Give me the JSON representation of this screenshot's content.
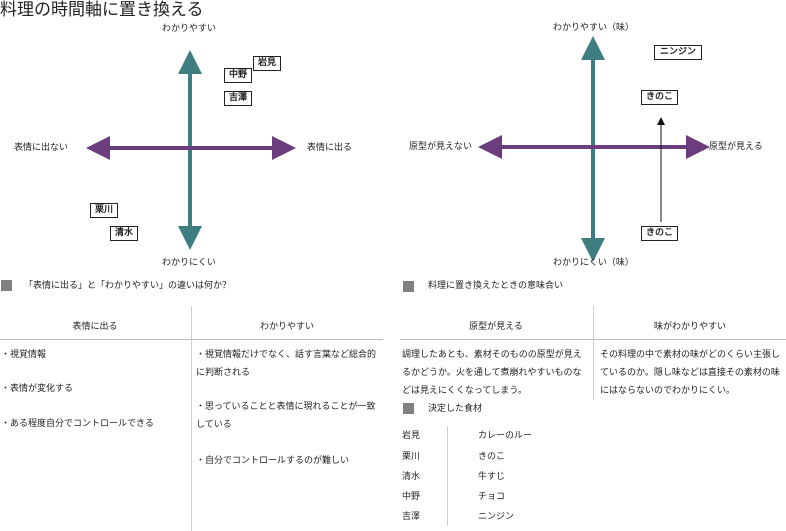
{
  "title": "料理の時間軸に置き換える",
  "left_map": {
    "top_label": "わかりやすい",
    "bottom_label": "わかりにくい",
    "left_label": "表情に出ない",
    "right_label": "表情に出る",
    "boxes": [
      "岩見",
      "中野",
      "吉澤",
      "栗川",
      "清水"
    ]
  },
  "right_map": {
    "top_label": "わかりやすい（味）",
    "bottom_label": "わかりにくい（味）",
    "left_label": "原型が見えない",
    "right_label": "原型が見える",
    "boxes": [
      "ニンジン",
      "きのこ",
      "きのこ"
    ]
  },
  "colors": {
    "vertical_axis": "#3e7e80",
    "horizontal_axis": "#6b3d7d",
    "section_square": "#808080"
  },
  "section1": {
    "heading": "「表情に出る」と「わかりやすい」の違いは何か？",
    "col1_header": "表情に出る",
    "col2_header": "わかりやすい",
    "col1_items": [
      "・視覚情報",
      "・表情が変化する",
      "・ある程度自分でコントロールできる"
    ],
    "col2_items": [
      "・視覚情報だけでなく、話す言葉など総合的に判断される",
      "・思っていることと表情に現れることが一致している",
      "・自分でコントロールするのが難しい"
    ]
  },
  "section2": {
    "heading": "料理に置き換えたときの意味合い",
    "col1_header": "原型が見える",
    "col2_header": "味がわかりやすい",
    "col1_text": "調理したあとも、素材そのものの原型が見えるかどうか。火を通して煮崩れやすいものなどは見えにくくなってしまう。",
    "col2_text": "その料理の中で素材の味がどのくらい主張しているのか。隠し味などは直接その素材の味にはならないのでわかりにくい。"
  },
  "section3": {
    "heading": "決定した食材",
    "rows": [
      {
        "name": "岩見",
        "food": "カレーのルー"
      },
      {
        "name": "栗川",
        "food": "きのこ"
      },
      {
        "name": "清水",
        "food": "牛すじ"
      },
      {
        "name": "中野",
        "food": "チョコ"
      },
      {
        "name": "吉澤",
        "food": "ニンジン"
      }
    ]
  }
}
